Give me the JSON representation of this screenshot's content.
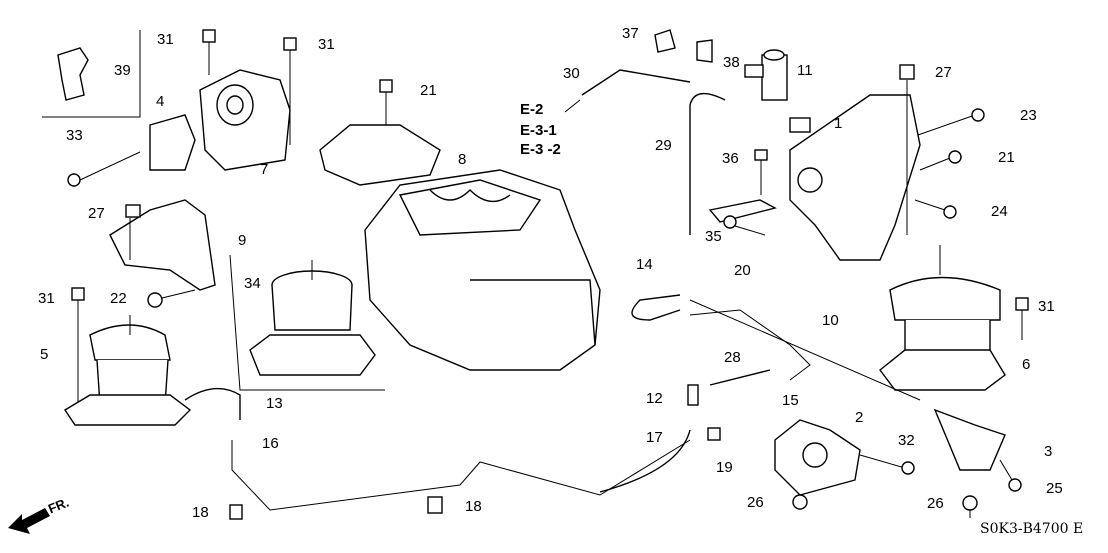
{
  "labels": [
    "31",
    "31",
    "39",
    "4",
    "33",
    "7",
    "21",
    "8",
    "27",
    "9",
    "31",
    "22",
    "34",
    "5",
    "13",
    "16",
    "18",
    "18",
    "37",
    "38",
    "11",
    "30",
    "29",
    "1",
    "36",
    "27",
    "23",
    "21",
    "24",
    "35",
    "20",
    "10",
    "14",
    "31",
    "6",
    "28",
    "12",
    "15",
    "17",
    "19",
    "2",
    "32",
    "3",
    "25",
    "26",
    "26"
  ],
  "references": [
    "E-2",
    "E-3-1",
    "E-3 -2"
  ],
  "direction_label": "FR.",
  "diagram_code": "S0K3-B4700 E",
  "colors": {
    "ink": "#000000",
    "background": "#ffffff"
  }
}
